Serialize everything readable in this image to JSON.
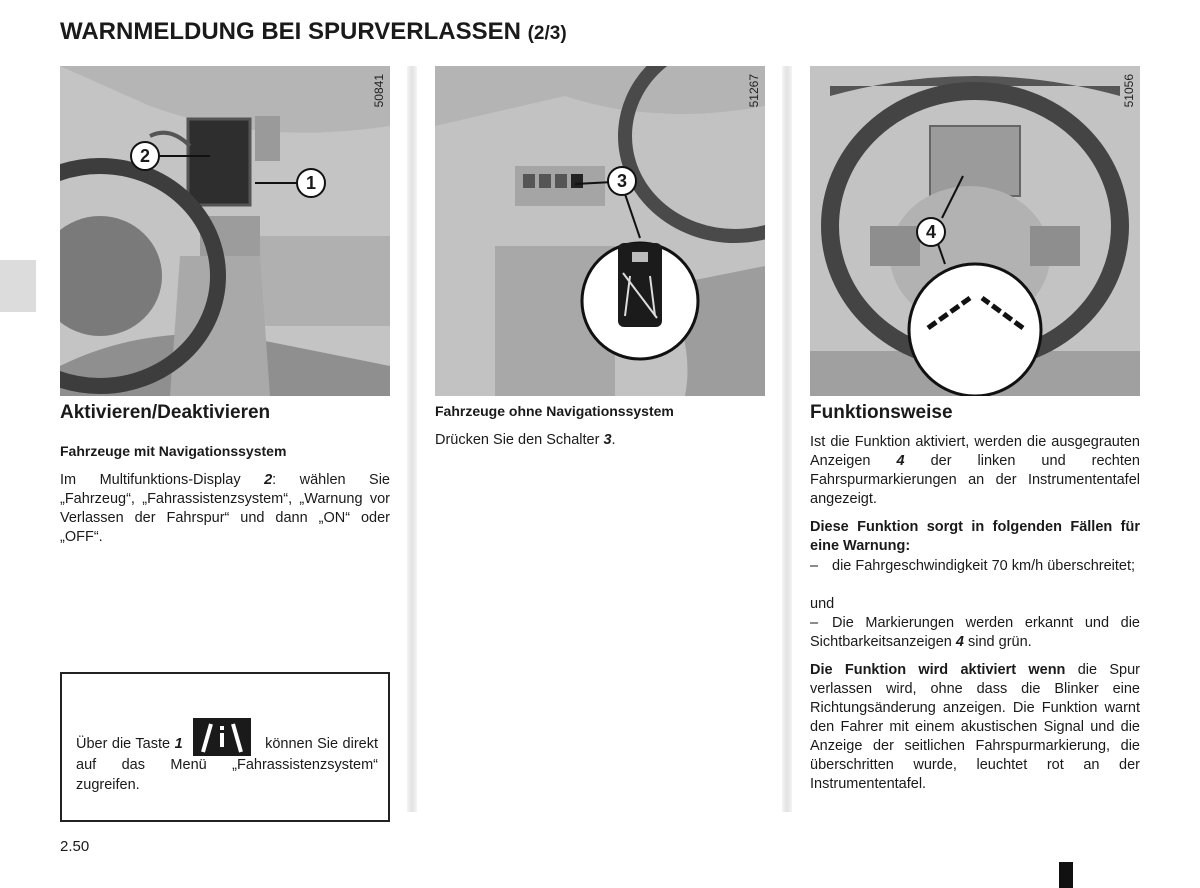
{
  "header": {
    "title": "WARNMELDUNG BEI SPURVERLASSEN",
    "title_suffix": "(2/3)"
  },
  "figures": {
    "left": {
      "number": "50841",
      "callouts": [
        "2",
        "1"
      ]
    },
    "middle": {
      "number": "51267",
      "callouts": [
        "3"
      ]
    },
    "right": {
      "number": "51056",
      "callouts": [
        "4"
      ]
    }
  },
  "col1": {
    "heading": "Aktivieren/Deaktivieren",
    "subheading": "Fahrzeuge mit Navigationssystem",
    "p1_a": "Im Multifunktions-Display ",
    "p1_ref": "2",
    "p1_b": ": wählen Sie „Fahrzeug“, „Fahrassistenzsystem“, „Warnung vor Verlassen der Fahrspur“ und dann „ON“ oder „OFF“.",
    "note_a": "Über die Taste ",
    "note_ref": "1",
    "note_b": " können Sie direkt auf das Menü „Fahrassistenzsystem“ zugreifen."
  },
  "col2": {
    "subheading": "Fahrzeuge ohne Navigationssystem",
    "p1_a": "Drücken Sie den Schalter ",
    "p1_ref": "3",
    "p1_b": "."
  },
  "col3": {
    "heading": "Funktionsweise",
    "p1_a": "Ist die Funktion aktiviert, werden die ausgegrauten Anzeigen ",
    "p1_ref": "4",
    "p1_b": " der linken und rechten Fahrspurmarkierungen an der Instrumententafel angezeigt.",
    "p2_bold": "Diese Funktion sorgt in folgenden Fällen für eine Warnung:",
    "li1": "die Fahrgeschwindigkeit 70 km/h überschreitet;",
    "and": "und",
    "li2_a": "Die Markierungen werden erkannt und die Sichtbarkeitsanzeigen ",
    "li2_ref": "4",
    "li2_b": " sind grün.",
    "dash": "–",
    "p3_bold": "Die Funktion wird aktiviert wenn",
    "p3_rest": " die Spur verlassen wird, ohne dass die Blinker eine Richtungsänderung anzeigen. Die Funktion warnt den Fahrer mit einem akustischen Signal und die Anzeige der seitlichen Fahrspurmarkierung, die überschritten wurde, leuchtet rot an der Instrumententafel."
  },
  "footer": {
    "page": "2.50"
  }
}
